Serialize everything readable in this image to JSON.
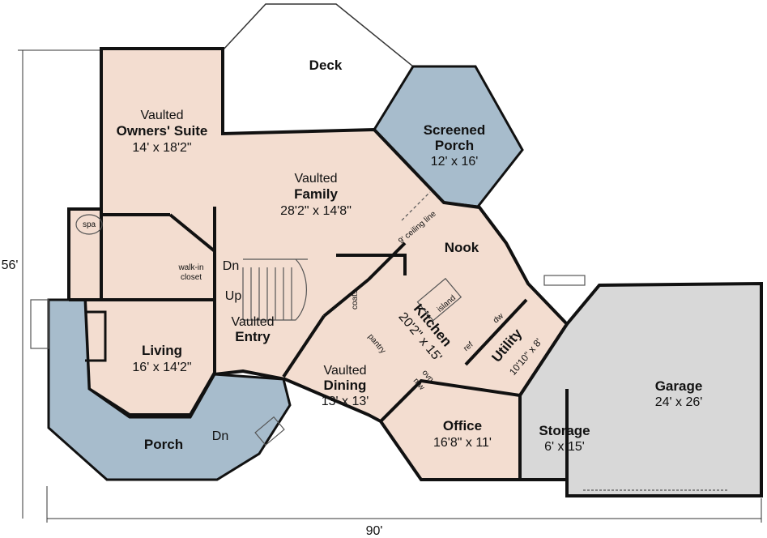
{
  "plan": {
    "colors": {
      "room": "#f3ddd0",
      "porch": "#a7bccc",
      "garage": "#d8d8d8",
      "walls": "#111111"
    },
    "dimensions": {
      "depth": "56'",
      "width": "90'"
    },
    "rooms": {
      "deck": {
        "name": "Deck"
      },
      "owners_suite": {
        "prefix": "Vaulted",
        "name": "Owners' Suite",
        "size": "14' x 18'2\""
      },
      "screened_porch": {
        "name_line1": "Screened",
        "name_line2": "Porch",
        "size": "12' x 16'"
      },
      "family": {
        "prefix": "Vaulted",
        "name": "Family",
        "size": "28'2\" x 14'8\""
      },
      "nook": {
        "name": "Nook",
        "note": "9' ceiling line"
      },
      "spa": {
        "name": "spa"
      },
      "walk_in_closet": {
        "line1": "walk-in",
        "line2": "closet"
      },
      "stairs": {
        "down": "Dn",
        "up": "Up"
      },
      "entry": {
        "prefix": "Vaulted",
        "name": "Entry"
      },
      "coats": {
        "name": "coats"
      },
      "kitchen": {
        "name": "Kitchen",
        "size": "20'2\" x 15'",
        "island": "island",
        "pantry": "pantry",
        "oven": "ovn",
        "microwave": "mw",
        "fridge": "ref",
        "dishwasher": "dw"
      },
      "utility": {
        "name": "Utility",
        "size": "10'10\" x 8'"
      },
      "living": {
        "name": "Living",
        "size": "16' x 14'2\""
      },
      "dining": {
        "prefix": "Vaulted",
        "name": "Dining",
        "size": "13' x 13'"
      },
      "office": {
        "name": "Office",
        "size": "16'8\" x 11'"
      },
      "porch": {
        "name": "Porch",
        "down": "Dn"
      },
      "storage": {
        "name": "Storage",
        "size": "6' x 15'"
      },
      "garage": {
        "name": "Garage",
        "size": "24' x 26'"
      }
    }
  }
}
